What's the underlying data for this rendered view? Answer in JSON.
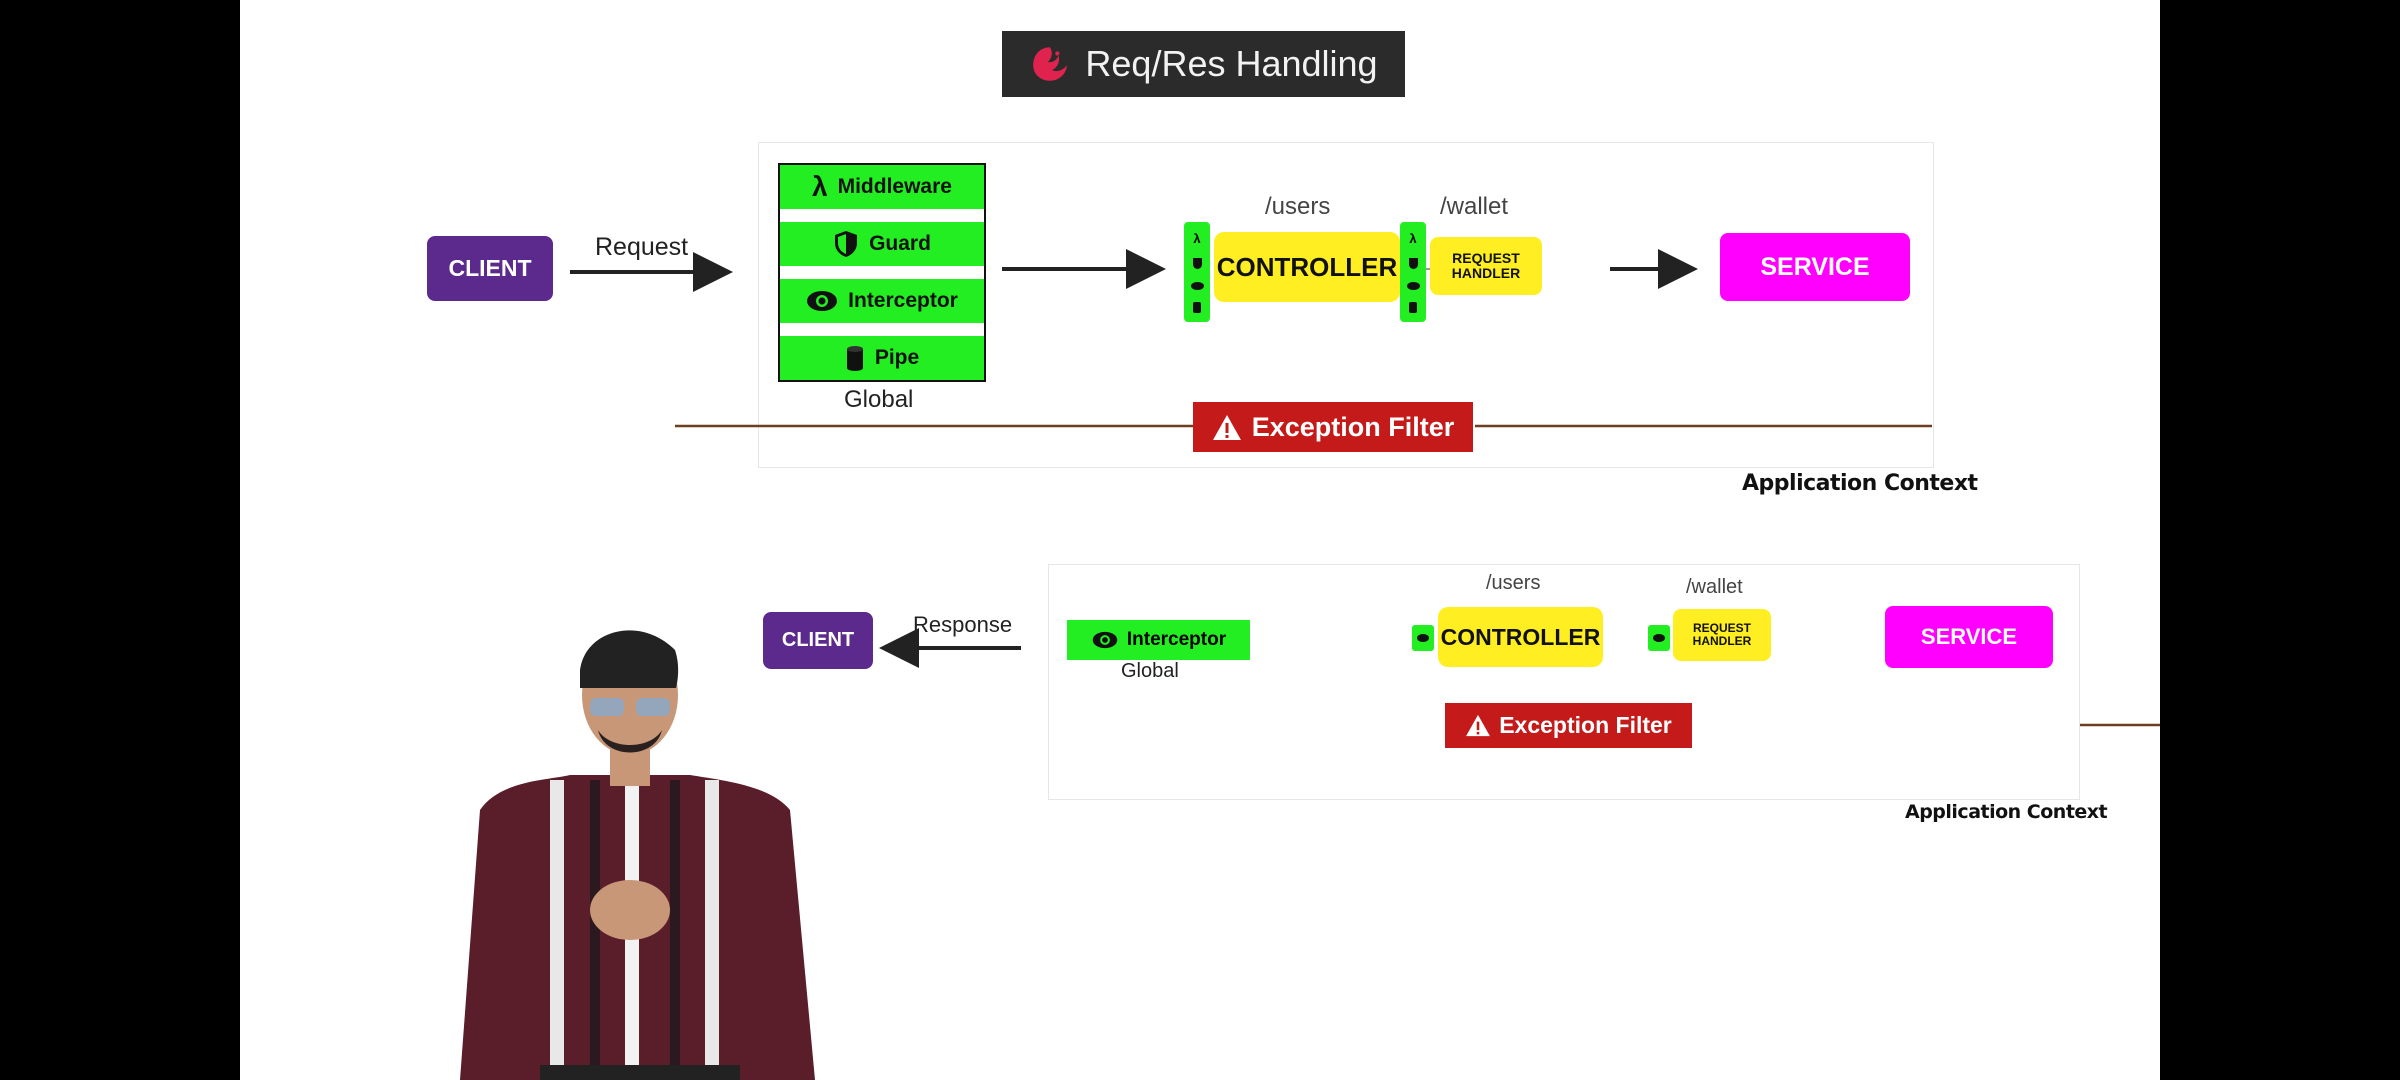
{
  "title": {
    "text": "Req/Res Handling"
  },
  "request_flow": {
    "client": "CLIENT",
    "arrow_label": "Request",
    "global_stack": [
      "Middleware",
      "Guard",
      "Interceptor",
      "Pipe"
    ],
    "global_label": "Global",
    "controller_route": "/users",
    "controller": "CONTROLLER",
    "handler_route": "/wallet",
    "handler": "REQUEST\nHANDLER",
    "service": "SERVICE",
    "exception_filter": "Exception Filter",
    "context_label": "Application Context"
  },
  "response_flow": {
    "client": "CLIENT",
    "arrow_label": "Response",
    "interceptor": "Interceptor",
    "global_label": "Global",
    "controller_route": "/users",
    "controller": "CONTROLLER",
    "handler_route": "/wallet",
    "handler": "REQUEST\nHANDLER",
    "service": "SERVICE",
    "exception_filter": "Exception Filter",
    "context_label": "Application Context"
  },
  "icons": {
    "middleware": "lambda-icon",
    "guard": "shield-icon",
    "interceptor": "eye-icon",
    "pipe": "cylinder-icon",
    "warning": "warning-icon",
    "logo": "nestjs-logo"
  },
  "colors": {
    "client": "#5b2a8c",
    "service": "#ff00ff",
    "controller": "#ffee22",
    "green": "#22ee22",
    "exception": "#c41a1a",
    "title_bg": "#2b2b2b"
  }
}
